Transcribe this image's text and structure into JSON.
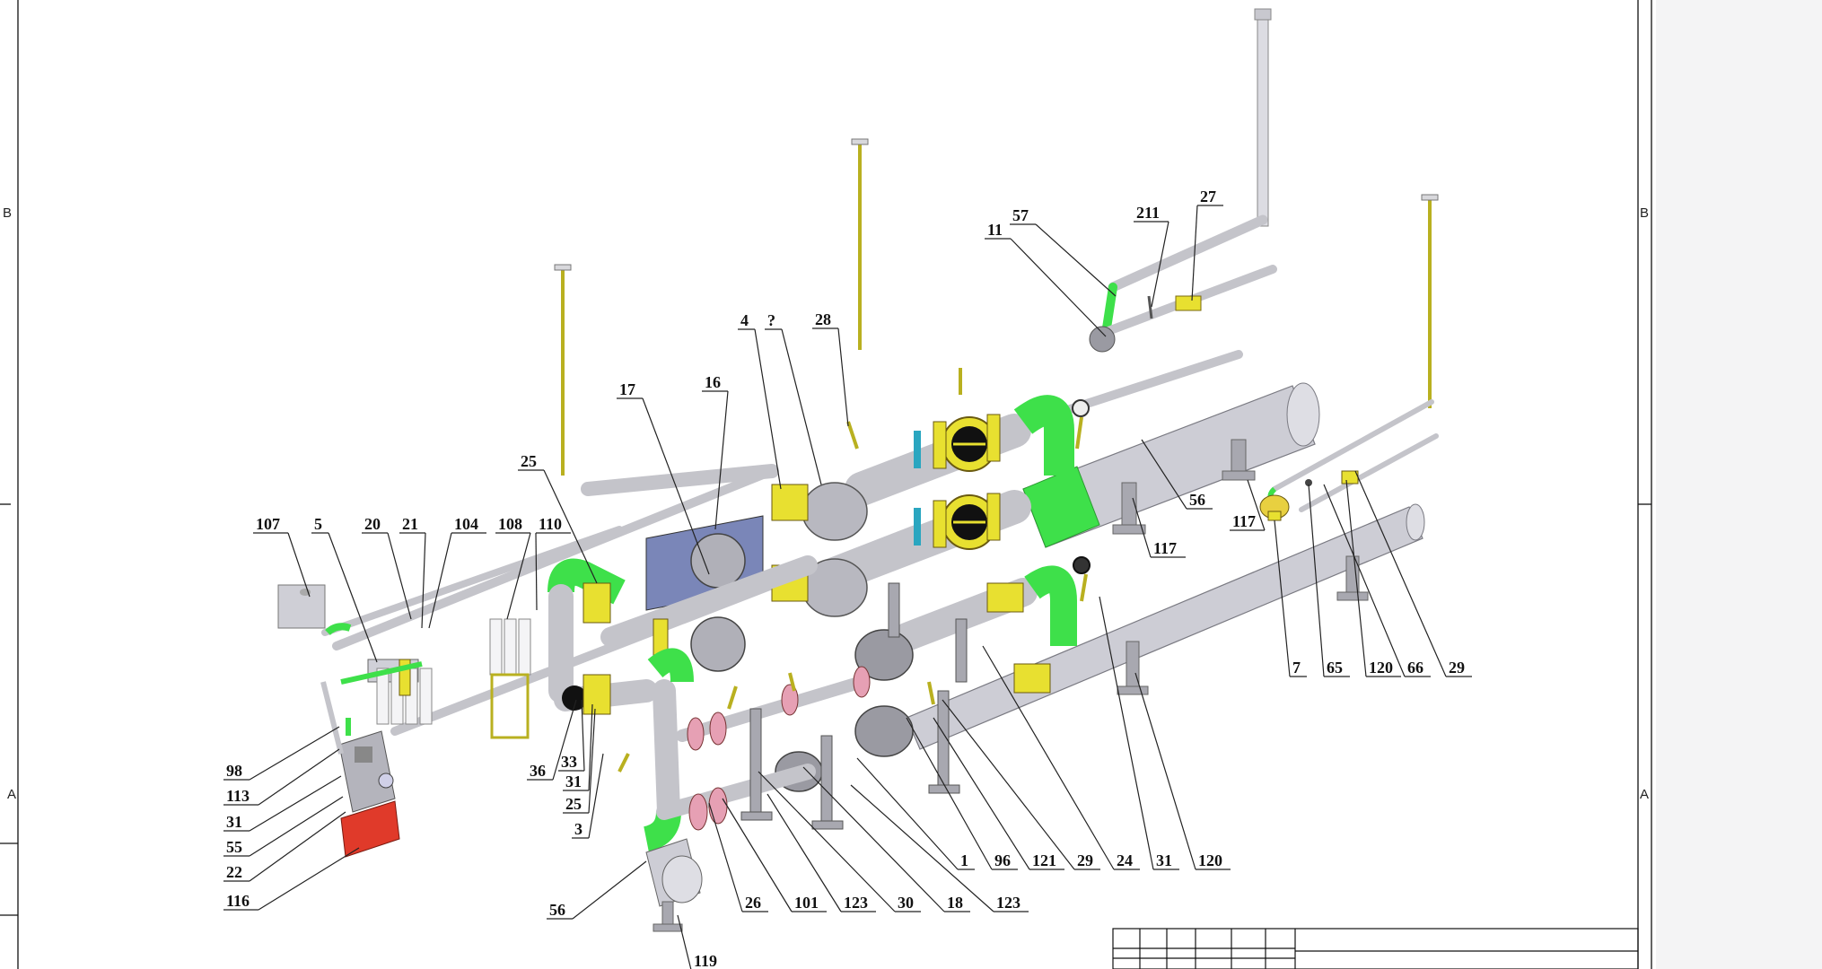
{
  "drawing": {
    "zone_labels": [
      "B",
      "A",
      "B",
      "A"
    ]
  },
  "callouts": [
    {
      "label": "107"
    },
    {
      "label": "5"
    },
    {
      "label": "20"
    },
    {
      "label": "21"
    },
    {
      "label": "104"
    },
    {
      "label": "108"
    },
    {
      "label": "110"
    },
    {
      "label": "25"
    },
    {
      "label": "17"
    },
    {
      "label": "16"
    },
    {
      "label": "4"
    },
    {
      "label": "?"
    },
    {
      "label": "28"
    },
    {
      "label": "57"
    },
    {
      "label": "211"
    },
    {
      "label": "27"
    },
    {
      "label": "11"
    },
    {
      "label": "56"
    },
    {
      "label": "117"
    },
    {
      "label": "117"
    },
    {
      "label": "7"
    },
    {
      "label": "65"
    },
    {
      "label": "120"
    },
    {
      "label": "66"
    },
    {
      "label": "29"
    },
    {
      "label": "98"
    },
    {
      "label": "113"
    },
    {
      "label": "31"
    },
    {
      "label": "55"
    },
    {
      "label": "22"
    },
    {
      "label": "116"
    },
    {
      "label": "36"
    },
    {
      "label": "33"
    },
    {
      "label": "31"
    },
    {
      "label": "25"
    },
    {
      "label": "3"
    },
    {
      "label": "56"
    },
    {
      "label": "119"
    },
    {
      "label": "26"
    },
    {
      "label": "101"
    },
    {
      "label": "123"
    },
    {
      "label": "30"
    },
    {
      "label": "18"
    },
    {
      "label": "123"
    },
    {
      "label": "1"
    },
    {
      "label": "96"
    },
    {
      "label": "121"
    },
    {
      "label": "29"
    },
    {
      "label": "24"
    },
    {
      "label": "31"
    },
    {
      "label": "120"
    }
  ],
  "colors": {
    "pipe": "#c4c4ca",
    "pipe_edge": "#7a7a82",
    "flange_yellow": "#e8e030",
    "fitting_green": "#3ee04a",
    "valve_pink": "#e6a0b4",
    "cabinet_red": "#e03a2a",
    "filter_blue": "#7a86b8",
    "steel": "#a8a8b0"
  }
}
